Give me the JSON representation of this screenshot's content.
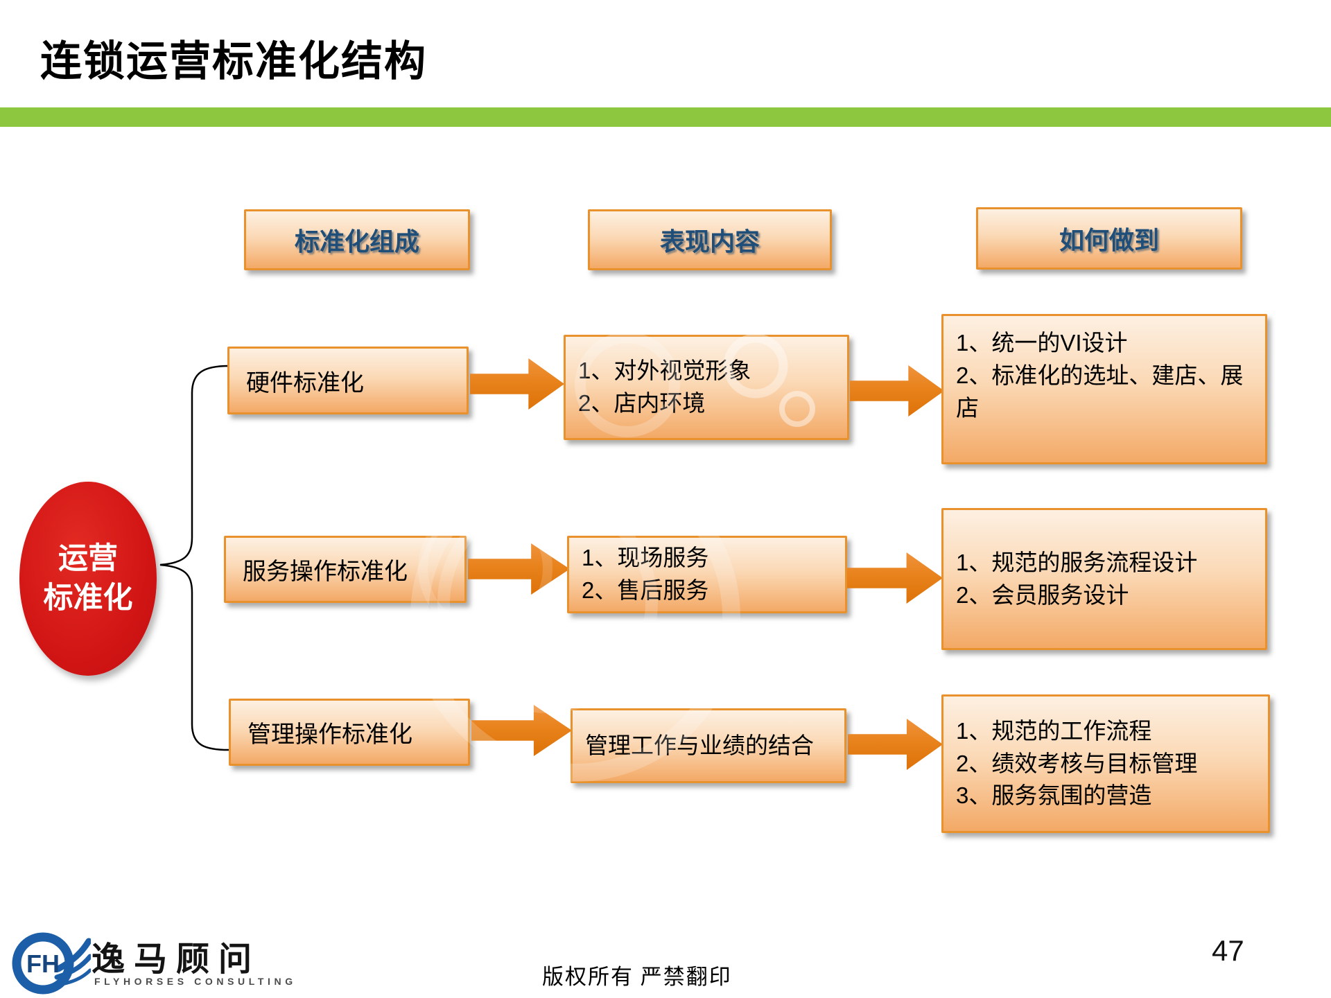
{
  "slide": {
    "title": "连锁运营标准化结构",
    "page_number": "47",
    "copyright": "版权所有  严禁翻印"
  },
  "colors": {
    "green_bar": "#8dc63f",
    "box_border": "#e8912d",
    "box_gradient_top": "#fdf0e2",
    "box_gradient_bottom": "#f3a966",
    "header_text": "#1f4e79",
    "arrow_orange": "#e8821b",
    "ellipse_red": "#d01414",
    "body_text": "#000000"
  },
  "headers": [
    {
      "label": "标准化组成"
    },
    {
      "label": "表现内容"
    },
    {
      "label": "如何做到"
    }
  ],
  "ellipse": {
    "line1": "运营",
    "line2": "标准化"
  },
  "rows": [
    {
      "component": "硬件标准化",
      "content": [
        "1、对外视觉形象",
        "2、店内环境"
      ],
      "how": [
        "1、统一的VI设计",
        "2、标准化的选址、建店、展店"
      ]
    },
    {
      "component": "服务操作标准化",
      "content": [
        "1、现场服务",
        "2、售后服务"
      ],
      "how": [
        "1、规范的服务流程设计",
        "2、会员服务设计"
      ]
    },
    {
      "component": "管理操作标准化",
      "content": [
        "管理工作与业绩的结合"
      ],
      "how": [
        "1、规范的工作流程",
        "2、绩效考核与目标管理",
        "3、服务氛围的营造"
      ]
    }
  ],
  "logo": {
    "monogram": "FH",
    "name_cn": "逸马顾问",
    "name_en": "FLYHORSES CONSULTING"
  }
}
